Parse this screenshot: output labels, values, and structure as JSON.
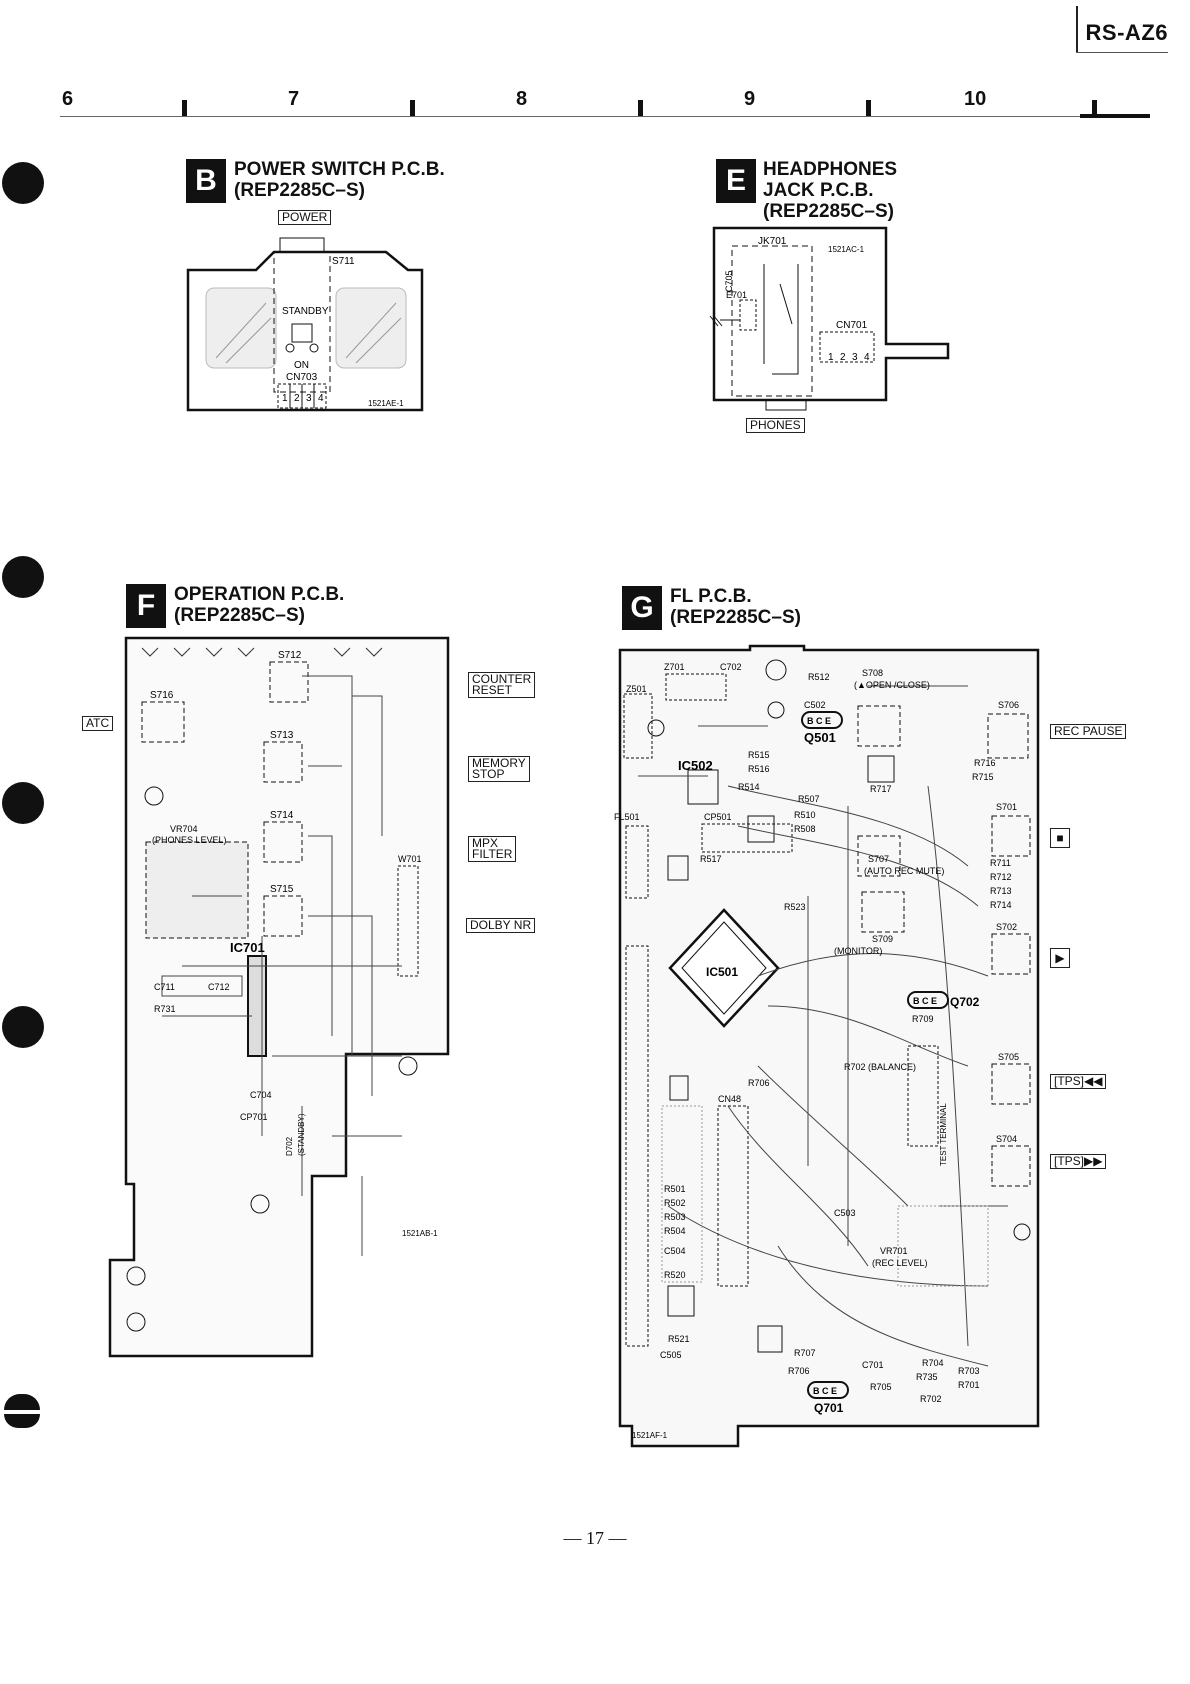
{
  "header": {
    "model": "RS-AZ6",
    "columns": [
      "6",
      "7",
      "8",
      "9",
      "10"
    ]
  },
  "sections": {
    "b": {
      "letter": "B",
      "title": "POWER SWITCH P.C.B.",
      "part": "(REP2285C–S)",
      "labels": {
        "power": "POWER",
        "switch": "S711",
        "standby": "STANDBY",
        "on": "ON",
        "connector": "CN703",
        "pins": [
          "1",
          "2",
          "3",
          "4"
        ],
        "board_code": "1521AE-1"
      }
    },
    "e": {
      "letter": "E",
      "title_line1": "HEADPHONES",
      "title_line2": "JACK P.C.B.",
      "part": "(REP2285C–S)",
      "labels": {
        "jack": "JK701",
        "cap": "C705",
        "ground": "E701",
        "connector": "CN701",
        "pins": [
          "1",
          "2",
          "3",
          "4"
        ],
        "board_code": "1521AC-1",
        "phones": "PHONES"
      }
    },
    "f": {
      "letter": "F",
      "title": "OPERATION P.C.B.",
      "part": "(REP2285C–S)",
      "side_labels": {
        "atc": "ATC",
        "counter_reset": "COUNTER\nRESET",
        "memory_stop": "MEMORY\nSTOP",
        "mpx_filter": "MPX\nFILTER",
        "dolby_nr": "DOLBY NR"
      },
      "labels": {
        "s712": "S712",
        "s716": "S716",
        "s713": "S713",
        "s714": "S714",
        "s715": "S715",
        "vr704": "VR704",
        "phones_level": "(PHONES LEVEL)",
        "ic701": "IC701",
        "w701": "W701",
        "c711": "C711",
        "c712": "C712",
        "r731": "R731",
        "c704": "C704",
        "cp701": "CP701",
        "d702": "D702",
        "standby": "(STANDBY)",
        "board_code": "1521AB-1"
      }
    },
    "g": {
      "letter": "G",
      "title": "FL P.C.B.",
      "part": "(REP2285C–S)",
      "side_labels": {
        "rec_pause": "REC PAUSE",
        "stop": "■",
        "play": "▶",
        "tps_rew": "[TPS]◀◀",
        "tps_ff": "[TPS]▶▶"
      },
      "labels": {
        "z701": "Z701",
        "c702": "C702",
        "r512": "R512",
        "s708": "S708",
        "open_close": "(▲OPEN\n/CLOSE)",
        "s706": "S706",
        "z501": "Z501",
        "c502": "C502",
        "q501": "Q501",
        "bce": "B C E",
        "ic502": "IC502",
        "r515": "R515",
        "r516": "R516",
        "r514": "R514",
        "r507": "R507",
        "r717": "R717",
        "r716": "R716",
        "r715": "R715",
        "s701": "S701",
        "fl501": "FL501",
        "cp501": "CP501",
        "r510": "R510",
        "r508": "R508",
        "r517": "R517",
        "s707": "S707",
        "auto_rec_mute": "(AUTO REC\nMUTE)",
        "r711": "R711",
        "r712": "R712",
        "r713": "R713",
        "r714": "R714",
        "s702": "S702",
        "r523": "R523",
        "s709": "S709",
        "monitor": "(MONITOR)",
        "ic501": "IC501",
        "r709": "R709",
        "q702": "Q702",
        "s705": "S705",
        "r706": "R706",
        "r702_balance": "R702\n(BALANCE)",
        "test_terminal": "TEST TERMINAL",
        "s704": "S704",
        "cn48": "CN48",
        "r501": "R501",
        "r502": "R502",
        "r503": "R503",
        "r504": "R504",
        "c503": "C503",
        "c504": "C504",
        "r520": "R520",
        "vr701": "VR701",
        "rec_level": "(REC LEVEL)",
        "r521": "R521",
        "c505": "C505",
        "r707": "R707",
        "r705": "R705",
        "c701": "C701",
        "r704": "R704",
        "r703": "R703",
        "r735": "R735",
        "r701": "R701",
        "r702": "R702",
        "q701": "Q701",
        "board_code": "1521AF-1"
      }
    }
  },
  "footer": {
    "page": "— 17 —"
  }
}
